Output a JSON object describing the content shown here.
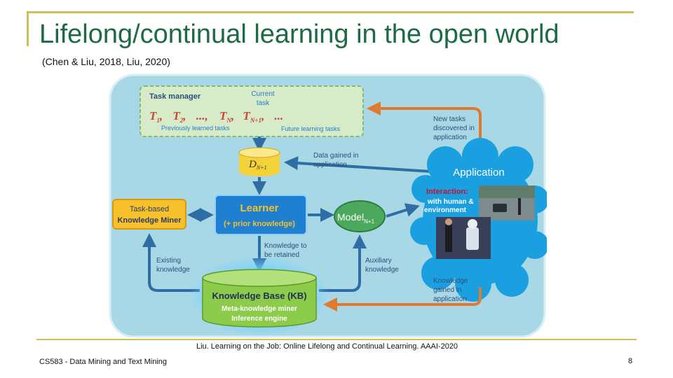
{
  "slide": {
    "title": "Lifelong/continual learning in the open world",
    "subtitle": "(Chen & Liu, 2018, Liu, 2020)",
    "citation": "Liu. Learning on the Job: Online Lifelong and Continual Learning. AAAI-2020",
    "course": "CS583 - Data Mining and Text Mining",
    "page_number": "8"
  },
  "diagram": {
    "task_manager": {
      "title": "Task manager",
      "current_task": [
        "Current",
        "task"
      ],
      "tasks": [
        "T",
        "1",
        ",",
        "T",
        "2",
        ",",
        "...,",
        "T",
        "N",
        ",",
        "T",
        "N+1",
        ",",
        "..."
      ],
      "previous_label": "Previously learned tasks",
      "future_label": "Future learning tasks"
    },
    "data_store": {
      "label": "D",
      "sub": "N+1"
    },
    "data_gained": [
      "Data gained in",
      "application"
    ],
    "new_tasks": [
      "New tasks",
      "discovered in",
      "application"
    ],
    "application": {
      "title": "Application",
      "interaction": "Interaction:",
      "with": [
        "with human &",
        "environment"
      ]
    },
    "miner": [
      "Task-based",
      "Knowledge Miner"
    ],
    "learner": {
      "title": "Learner",
      "sub": "(+ prior knowledge)"
    },
    "model": {
      "label": "Model",
      "sub": "N+1"
    },
    "knowledge_retained": [
      "Knowledge to",
      "be retained"
    ],
    "existing_knowledge": [
      "Existing",
      "knowledge"
    ],
    "auxiliary_knowledge": [
      "Auxiliary",
      "knowledge"
    ],
    "knowledge_gained": [
      "Knowledge",
      "gained in",
      "application"
    ],
    "kb": {
      "title": "Knowledge Base (KB)",
      "lines": [
        "Meta-knowledge miner",
        "Inference engine"
      ]
    },
    "colors": {
      "background": "#a8d8e6",
      "task_manager_fill": "#d7ebc8",
      "arrow_blue": "#2f6ea5",
      "arrow_orange": "#e07a2e",
      "kb_fill": "#8ccc4a",
      "miner_fill": "#f6c12a",
      "learner_fill": "#1f7fd0",
      "model_fill": "#4aa95c",
      "cloud": "#1aa0e0"
    }
  }
}
